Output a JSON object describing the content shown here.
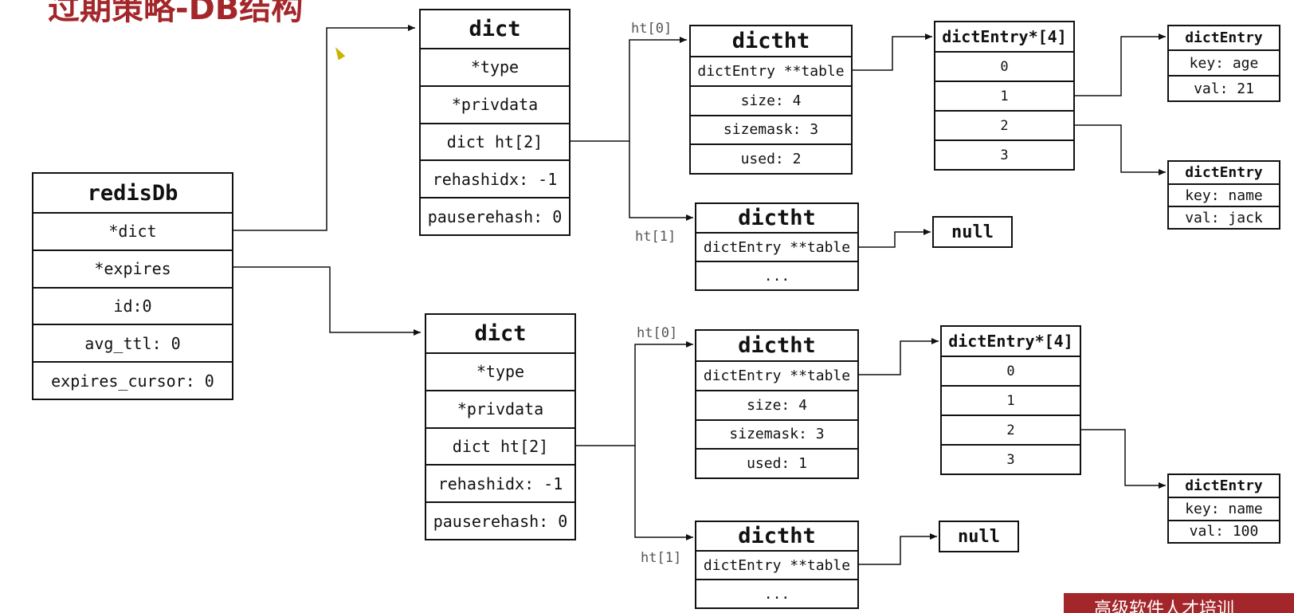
{
  "page_title": "过期策略-DB结构",
  "redisDb": {
    "title": "redisDb",
    "fields": [
      "*dict",
      "*expires",
      "id:0",
      "avg_ttl: 0",
      "expires_cursor: 0"
    ]
  },
  "dict_top": {
    "title": "dict",
    "fields": [
      "*type",
      "*privdata",
      "dict ht[2]",
      "rehashidx: -1",
      "pauserehash: 0"
    ]
  },
  "dict_bottom": {
    "title": "dict",
    "fields": [
      "*type",
      "*privdata",
      "dict ht[2]",
      "rehashidx: -1",
      "pauserehash: 0"
    ]
  },
  "ht_labels": {
    "ht0": "ht[0]",
    "ht1": "ht[1]"
  },
  "dictht_top_0": {
    "title": "dictht",
    "fields": [
      "dictEntry **table",
      "size: 4",
      "sizemask: 3",
      "used: 2"
    ]
  },
  "dictht_top_1": {
    "title": "dictht",
    "fields": [
      "dictEntry **table",
      "..."
    ]
  },
  "dictht_bottom_0": {
    "title": "dictht",
    "fields": [
      "dictEntry **table",
      "size: 4",
      "sizemask: 3",
      "used: 1"
    ]
  },
  "dictht_bottom_1": {
    "title": "dictht",
    "fields": [
      "dictEntry **table",
      "..."
    ]
  },
  "null_label": "null",
  "array_top": {
    "title": "dictEntry*[4]",
    "slots": [
      "0",
      "1",
      "2",
      "3"
    ]
  },
  "array_bottom": {
    "title": "dictEntry*[4]",
    "slots": [
      "0",
      "1",
      "2",
      "3"
    ]
  },
  "entry_age": {
    "title": "dictEntry",
    "fields": [
      "key: age",
      "val: 21"
    ]
  },
  "entry_name_top": {
    "title": "dictEntry",
    "fields": [
      "key: name",
      "val: jack"
    ]
  },
  "entry_name_bottom": {
    "title": "dictEntry",
    "fields": [
      "key: name",
      "val: 100"
    ]
  },
  "banner_text": "高级软件人才培训",
  "colors": {
    "accent": "#a3262a",
    "line": "#111111",
    "label": "#555555"
  }
}
